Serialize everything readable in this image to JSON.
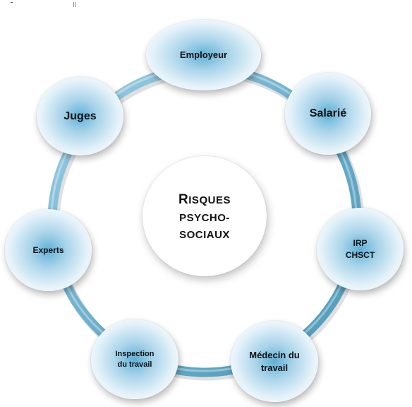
{
  "diagram": {
    "center": {
      "lines": [
        "RISQUES",
        "PSYCHO-",
        "SOCIAUX"
      ]
    },
    "nodes": [
      {
        "id": "employeur",
        "label": "Employeur"
      },
      {
        "id": "salarie",
        "label": "Salarié"
      },
      {
        "id": "irp-chsct",
        "label": "IRP\nCHSCT"
      },
      {
        "id": "medecin-du-travail",
        "label": "Médecin du\ntravail"
      },
      {
        "id": "inspection-du-travail",
        "label": "Inspection\ndu travail"
      },
      {
        "id": "experts",
        "label": "Experts"
      },
      {
        "id": "juges",
        "label": "Juges"
      }
    ],
    "colors": {
      "ring": "#6fb3cf",
      "node_core": "#5fb0d6",
      "node_edge": "#ffffff"
    }
  }
}
